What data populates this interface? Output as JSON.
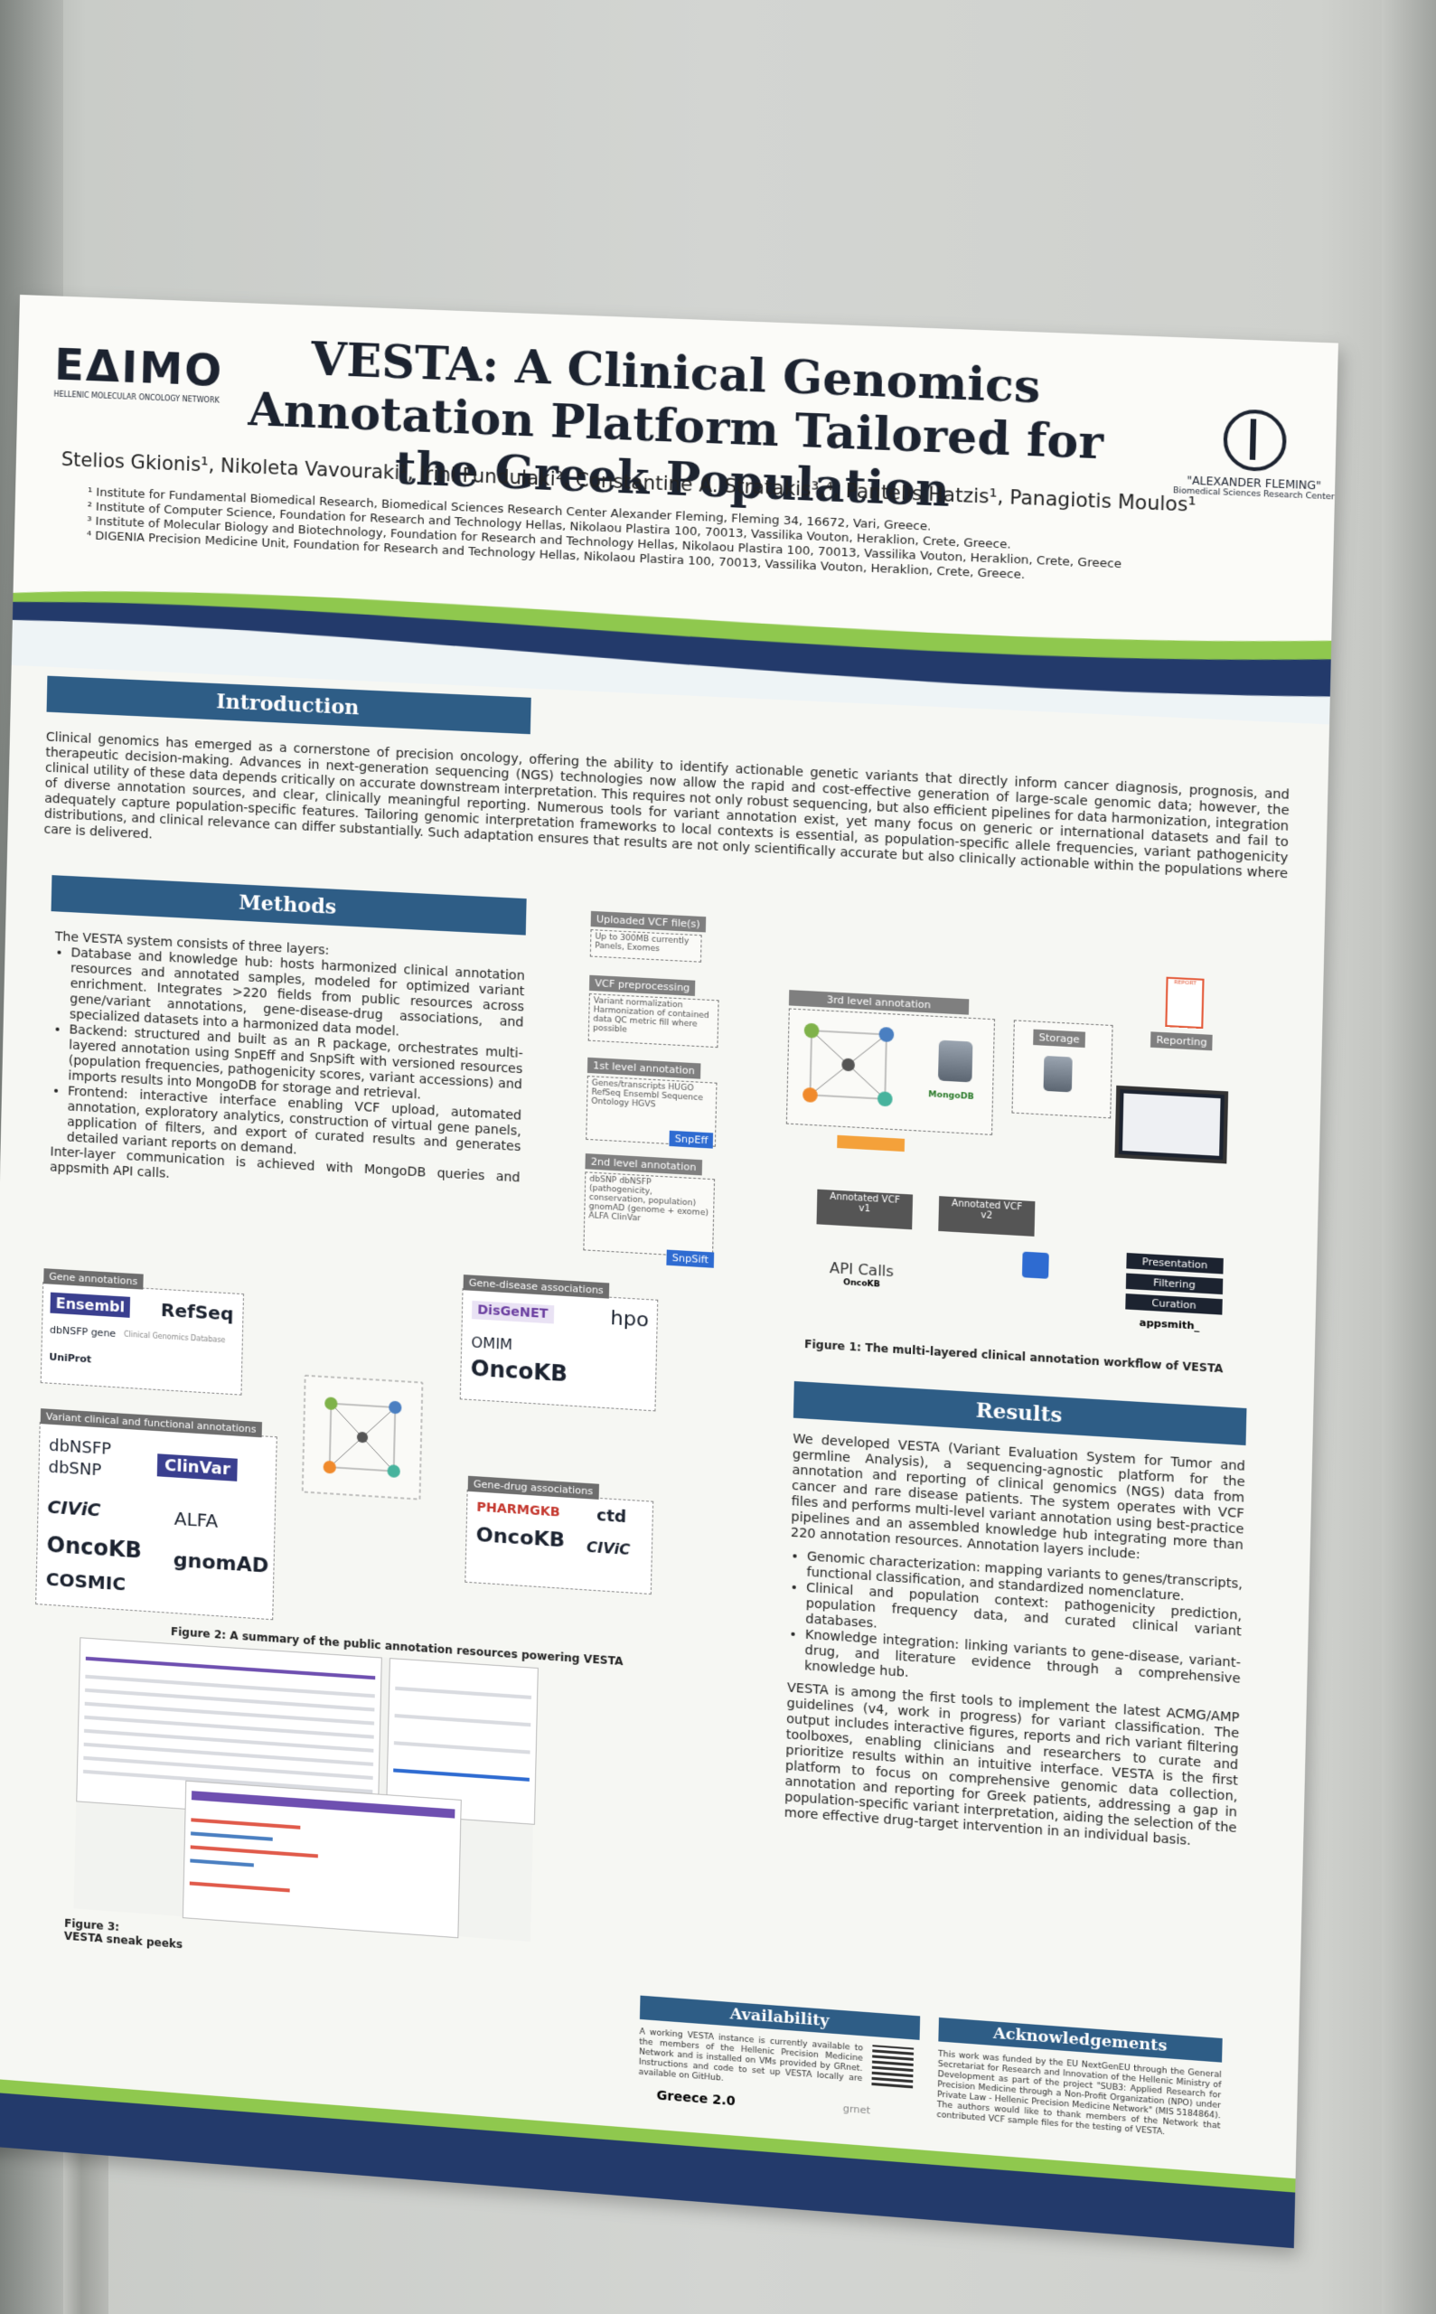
{
  "header": {
    "logo_left": "ΕΔΙΜΟ",
    "logo_left_sub": "HELLENIC MOLECULAR ONCOLOGY NETWORK",
    "title": "VESTA: A Clinical Genomics Annotation Platform Tailored for the Greek Population",
    "logo_right": "\"ALEXANDER FLEMING\"",
    "logo_right_sub": "Biomedical Sciences Research Center",
    "authors": "Stelios Gkionis¹, Nikoleta Vavouraki¹, Irini Fundulaki², Constantine A. Stratakis³,⁴, Pantelis Hatzis¹, Panagiotis Moulos¹",
    "affiliations": [
      "¹ Institute for Fundamental Biomedical Research, Biomedical Sciences Research Center Alexander Fleming, Fleming 34, 16672, Vari, Greece.",
      "² Institute of Computer Science, Foundation for Research and Technology Hellas, Nikolaou Plastira 100, 70013, Vassilika Vouton, Heraklion, Crete, Greece.",
      "³ Institute of Molecular Biology and Biotechnology, Foundation for Research and Technology Hellas, Nikolaou Plastira 100, 70013, Vassilika Vouton, Heraklion, Crete, Greece",
      "⁴ DIGENIA Precision Medicine Unit, Foundation for Research and Technology Hellas, Nikolaou Plastira 100, 70013, Vassilika Vouton, Heraklion, Crete, Greece."
    ]
  },
  "introduction": {
    "heading": "Introduction",
    "text": "Clinical genomics has emerged as a cornerstone of precision oncology, offering the ability to identify actionable genetic variants that directly inform cancer diagnosis, prognosis, and therapeutic decision-making. Advances in next-generation sequencing (NGS) technologies now allow the rapid and cost-effective generation of large-scale genomic data; however, the clinical utility of these data depends critically on accurate downstream interpretation. This requires not only robust sequencing, but also efficient pipelines for data harmonization, integration of diverse annotation sources, and clear, clinically meaningful reporting. Numerous tools for variant annotation exist, yet many focus on generic or international datasets and fail to adequately capture population-specific features. Tailoring genomic interpretation frameworks to local contexts is essential, as population-specific allele frequencies, variant pathogenicity distributions, and clinical relevance can differ substantially. Such adaptation ensures that results are not only scientifically accurate but also clinically actionable within the populations where care is delivered."
  },
  "methods": {
    "heading": "Methods",
    "intro": "The VESTA system consists of three layers:",
    "items": [
      "Database and knowledge hub: hosts harmonized clinical annotation resources and annotated samples, modeled for optimized variant enrichment. Integrates >220 fields from public resources across gene/variant annotations, gene-disease-drug associations, and specialized datasets into a harmonized data model.",
      "Backend: structured and built as an R package, orchestrates multi-layered annotation using SnpEff and SnpSift with versioned resources (population frequencies, pathogenicity scores, variant accessions) and imports results into MongoDB for storage and retrieval.",
      "Frontend: interactive interface enabling VCF upload, automated annotation, exploratory analytics, construction of virtual gene panels, application of filters, and export of curated results and generates detailed variant reports on demand."
    ],
    "outro": "Inter-layer communication is achieved with MongoDB queries and appsmith API calls."
  },
  "figure1": {
    "boxes": {
      "upload": "Uploaded VCF file(s)",
      "upload_note": "Up to 300MB currently Panels, Exomes",
      "preproc": "VCF preprocessing",
      "preproc_note": "Variant normalization Harmonization of contained data QC metric fill where possible",
      "level1": "1st level annotation",
      "level1_note": "Genes/transcripts HUGO RefSeq Ensembl Sequence Ontology HGVS",
      "snpeff": "SnpEff",
      "level2": "2nd level annotation",
      "level2_note": "dbSNP dbNSFP (pathogenicity, conservation, population) gnomAD (genome + exome) ALFA ClinVar",
      "snpsift": "SnpSift",
      "level3": "3rd level annotation",
      "mongodb": "MongoDB",
      "storage": "Storage",
      "reporting": "Reporting",
      "report": "REPORT",
      "annot1": "Annotated VCF v1",
      "annot2": "Annotated VCF v2",
      "api": "API Calls",
      "api_sub": "OncoKB",
      "presentation": "Presentation",
      "filtering": "Filtering",
      "curation": "Curation",
      "appsmith": "appsmith_"
    },
    "caption": "Figure 1: The multi-layered clinical annotation workflow of VESTA"
  },
  "figure2": {
    "gene_annotations": "Gene annotations",
    "gene_logos": [
      "Ensembl",
      "RefSeq",
      "dbNSFP gene",
      "UniProt"
    ],
    "gene_logo_note": "Clinical Genomics Database",
    "variant_title": "Variant clinical and functional annotations",
    "variant_logos": [
      "dbNSFP",
      "dbSNP",
      "ClinVar",
      "CIViC",
      "ALFA",
      "OncoKB",
      "gnomAD",
      "COSMIC"
    ],
    "disease_title": "Gene-disease associations",
    "disease_logos": [
      "DisGeNET",
      "hpo",
      "OMIM",
      "OncoKB"
    ],
    "drug_title": "Gene-drug associations",
    "drug_logos": [
      "PHARMGKB",
      "ctd",
      "OncoKB",
      "CIViC"
    ],
    "caption": "Figure 2: A summary of the public annotation resources powering VESTA"
  },
  "figure3": {
    "caption_line1": "Figure 3:",
    "caption_line2": "VESTA sneak peeks"
  },
  "results": {
    "heading": "Results",
    "para1": "We developed VESTA (Variant Evaluation System for Tumor and germline Analysis), a sequencing-agnostic platform for the annotation and reporting of clinical genomics (NGS) data from cancer and rare disease patients. The system operates with VCF files and performs multi-level variant annotation using best-practice pipelines and an assembled knowledge hub integrating more than 220 annotation resources. Annotation layers include:",
    "items": [
      "Genomic characterization: mapping variants to genes/transcripts, functional classification, and standardized nomenclature.",
      "Clinical and population context: pathogenicity prediction, population frequency data, and curated clinical variant databases.",
      "Knowledge integration: linking variants to gene-disease, variant-drug, and literature evidence through a comprehensive knowledge hub."
    ],
    "para2": "VESTA is among the first tools to implement the latest ACMG/AMP guidelines (v4, work in progress) for variant classification. The output includes interactive figures, reports and rich variant filtering toolboxes, enabling clinicians and researchers to curate and prioritize results within an intuitive interface. VESTA is the first platform to focus on comprehensive genomic data collection, annotation and reporting for Greek patients, addressing a gap in population-specific variant interpretation, aiding the selection of the more effective drug-target intervention in an individual basis."
  },
  "availability": {
    "heading": "Availability",
    "text": "A working VESTA instance is currently available to the members of the Hellenic Precision Medicine Network and is installed on VMs provided by GRnet. Instructions and code to set up VESTA locally are available on GitHub.",
    "footer_logo": "Greece 2.0",
    "footer_logo2": "grnet"
  },
  "acknowledgements": {
    "heading": "Acknowledgements",
    "text": "This work was funded by the EU NextGenEU through the General Secretariat for Research and Innovation of the Hellenic Ministry of Development as part of the project \"SUB3: Applied Research for Precision Medicine through a Non-Profit Organization (NPO) under Private Law - Hellenic Precision Medicine Network\" (MIS 5184864). The authors would like to thank members of the Network that contributed VCF sample files for the testing of VESTA."
  },
  "colors": {
    "navy": "#233a6b",
    "section_blue": "#2e5d86",
    "green": "#8fc84e",
    "wall": "#d3d5d2"
  }
}
